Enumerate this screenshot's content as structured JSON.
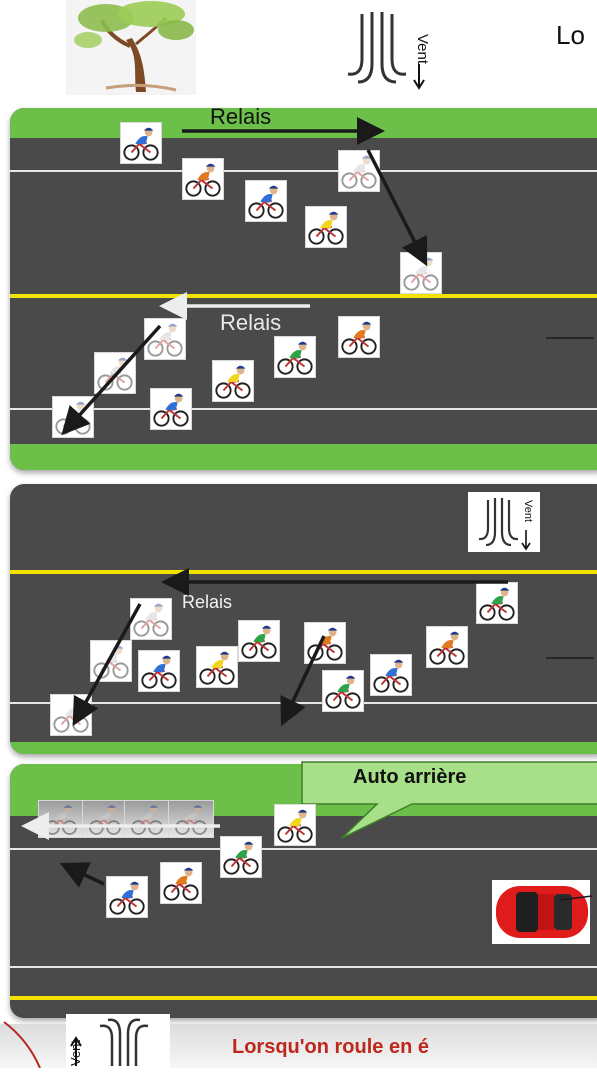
{
  "header": {
    "title_fragment": "Lo"
  },
  "wind": {
    "label": "Vent"
  },
  "panels": [
    {
      "relais_label": "Relais",
      "relais_label_2": "Relais"
    },
    {
      "relais_label": "Relais"
    },
    {
      "callout": "Auto arrière"
    }
  ],
  "footer": {
    "caption": "Lorsqu'on roule en é"
  },
  "colors": {
    "asphalt": "#4a4a4a",
    "grass": "#6cc04a",
    "center_line": "#f2e200",
    "callout_fill": "#a8e08a",
    "caption_red": "#c0271c",
    "car_red": "#e01b1b"
  },
  "jersey_colors": [
    "#2f6fd6",
    "#e07a1e",
    "#f2d51c",
    "#2ea34a",
    "#c9c9c9"
  ]
}
